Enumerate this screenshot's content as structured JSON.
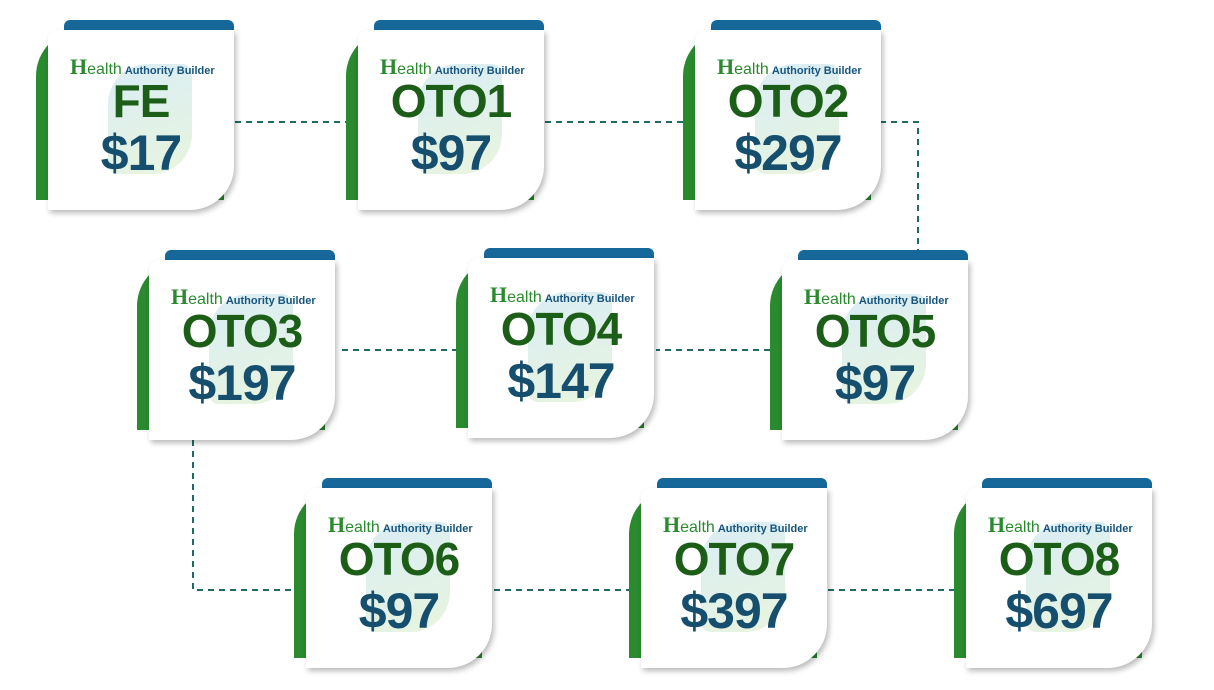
{
  "brand": {
    "logo_letter": "H",
    "logo_word": "ealth",
    "logo_rest": "Authority Builder"
  },
  "colors": {
    "green": "#2a8a2e",
    "blue": "#16689a",
    "name_text": "#1c5e18",
    "price_text": "#164e6e",
    "connector": "#1e6b66"
  },
  "funnel": [
    {
      "name": "FE",
      "price": "$17"
    },
    {
      "name": "OTO1",
      "price": "$97"
    },
    {
      "name": "OTO2",
      "price": "$297"
    },
    {
      "name": "OTO3",
      "price": "$197"
    },
    {
      "name": "OTO4",
      "price": "$147"
    },
    {
      "name": "OTO5",
      "price": "$97"
    },
    {
      "name": "OTO6",
      "price": "$97"
    },
    {
      "name": "OTO7",
      "price": "$397"
    },
    {
      "name": "OTO8",
      "price": "$697"
    }
  ]
}
